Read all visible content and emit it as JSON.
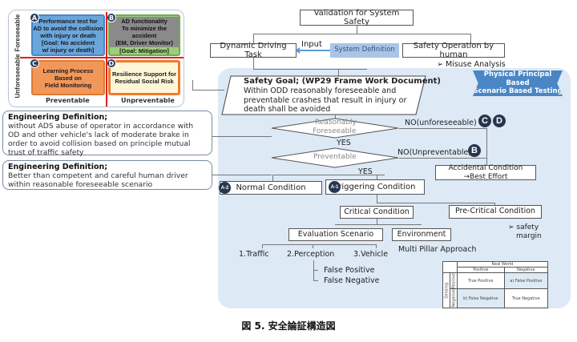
{
  "quadrant": {
    "row_labels": [
      "Foreseeable",
      "Unforeseeable"
    ],
    "col_labels": [
      "Preventable",
      "Unpreventable"
    ],
    "cells": [
      {
        "badge": "A",
        "text": [
          "Performance test for",
          "AD to avoid the collision",
          "with injury or death",
          "[Goal: No accident",
          "w/ injury or death]"
        ],
        "color": "#5b9bd5"
      },
      {
        "badge": "B",
        "text": [
          "AD functionality",
          "To minimize the accident",
          "(EM, Driver Monitor)",
          "[Goal: Mitigation]"
        ],
        "color": "#8fc46b"
      },
      {
        "badge": "C",
        "text": [
          "Learning Process",
          "Based on",
          "Field Monitoring"
        ],
        "color": "#f0904a"
      },
      {
        "badge": "D",
        "text": [
          "Resilience Support for",
          "Residual Social Risk"
        ],
        "color": "#ee7a2e"
      }
    ],
    "divider_color": "#e02020"
  },
  "engineering_defs": [
    {
      "title": "Engineering Definition;",
      "body": "without ADS abuse of operator in accordance with OD and other vehicle's lack of moderate brake in order to avoid collision based on principle mutual trust of traffic safety"
    },
    {
      "title": "Engineering Definition;",
      "body": "Better than competent and careful human driver within reasonable foreseeable scenario"
    }
  ],
  "top": {
    "validation": "Validation for System Safety",
    "ddt": "Dynamic Driving Task",
    "input_label": "Input",
    "system_definition": "System Definition",
    "safety_operation": "Safety Operation by human",
    "misuse": "➢ Misuse Analysis"
  },
  "ribbon": {
    "line1": "Physical Principal Based",
    "line2": "Scenario Based Testing"
  },
  "safety_goal": {
    "title": "Safety Goal; (WP29 Frame Work Document)",
    "body": [
      "Within ODD reasonably foreseeable and",
      "preventable crashes that result in injury or",
      "death shall be avoided"
    ]
  },
  "decisions": {
    "foreseeable": [
      "Reasonably",
      "Foreseeable"
    ],
    "no_unforeseeable": "NO(unforeseeable)",
    "yes1": "YES",
    "preventable": "Preventable",
    "no_unpreventable": "NO(Unpreventable)",
    "yes2": "YES",
    "badges_cd": [
      "C",
      "D"
    ],
    "badge_b": "B"
  },
  "accidental": [
    "Accidental Condition",
    "→Best Effort"
  ],
  "normal_condition": {
    "badge": "A-2",
    "label": "Normal Condition"
  },
  "triggering_condition": {
    "badge": "A-1",
    "label": "Triggering Condition"
  },
  "critical_condition": "Critical Condition",
  "pre_critical_condition": "Pre-Critical Condition",
  "safety_margin": [
    "➢ safety",
    "margin"
  ],
  "evaluation_scenario": "Evaluation Scenario",
  "environment": "Environment",
  "multi_pillar": "Multi Pillar Approach",
  "scenario_items": [
    "1.Traffic",
    "2.Perception",
    "3.Vehicle"
  ],
  "perception_sub": [
    "False Positive",
    "False Negative"
  ],
  "matrix": {
    "real_world": "Real World",
    "positive": "Positive",
    "negative": "Negative",
    "sensing": "Sensing",
    "sens_pos": "Positive",
    "sens_neg": "Negative",
    "tp": "True Positive",
    "fp": "a) False Positive",
    "fn": "b) False Negative",
    "tn": "True Negative"
  },
  "caption": "図 5. 安全論証構造図"
}
